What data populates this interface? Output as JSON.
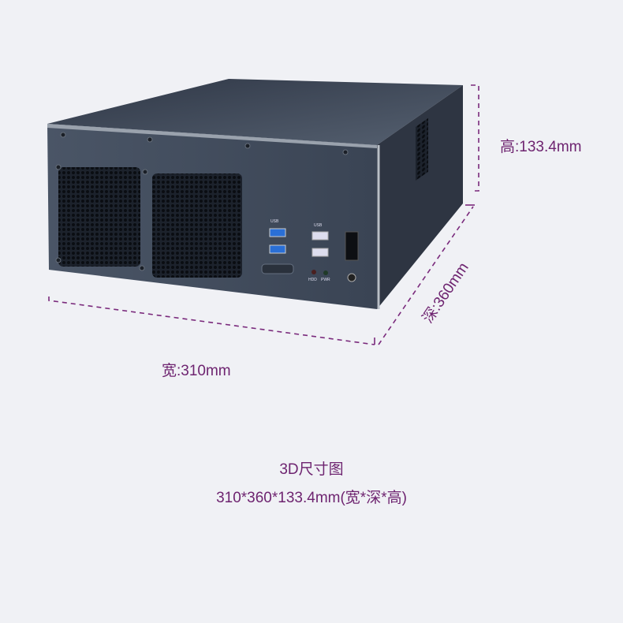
{
  "dimensions": {
    "height_label": "高:133.4mm",
    "depth_label": "深:360mm",
    "width_label": "宽:310mm"
  },
  "caption": {
    "title": "3D尺寸图",
    "subtitle": "310*360*133.4mm(宽*深*高)"
  },
  "front_panel": {
    "usb_label_left": "USB",
    "usb_label_right": "USB",
    "hdd_label": "HDD",
    "pwr_label": "PWR"
  },
  "colors": {
    "accent": "#6e2470",
    "chassis": "#3a4556",
    "background": "#f0f1f5"
  }
}
